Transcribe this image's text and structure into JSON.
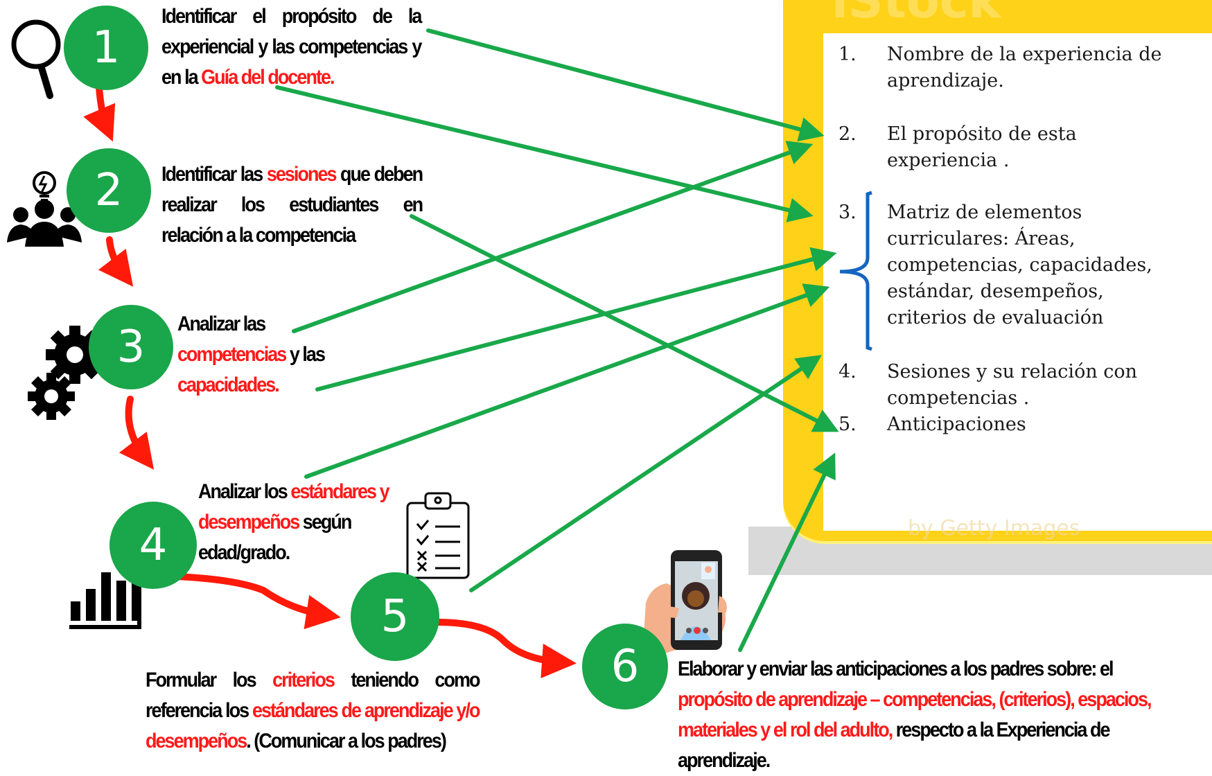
{
  "colors": {
    "circle_green": "#1aa64a",
    "arrow_green": "#19a84a",
    "arrow_red": "#ff1a0a",
    "highlight_red": "#ff1a1a",
    "frame_yellow": "#ffd21a",
    "bracket_blue": "#1565c0"
  },
  "steps": [
    {
      "number": "1",
      "icon": "magnifier-icon",
      "parts": [
        {
          "text": "Identificar el propósito de la experiencial y las competencias y en la ",
          "red": false
        },
        {
          "text": "Guía del docente.",
          "red": true
        }
      ]
    },
    {
      "number": "2",
      "icon": "people-idea-icon",
      "parts": [
        {
          "text": "Identificar las ",
          "red": false
        },
        {
          "text": "sesiones",
          "red": true
        },
        {
          "text": " que deben realizar los estudiantes en relación a la competencia",
          "red": false
        }
      ]
    },
    {
      "number": "3",
      "icon": "gears-icon",
      "parts": [
        {
          "text": "Analizar las ",
          "red": false
        },
        {
          "text": "competencias",
          "red": true
        },
        {
          "text": " y las ",
          "red": false
        },
        {
          "text": "capacidades.",
          "red": true
        }
      ]
    },
    {
      "number": "4",
      "icon": "bar-chart-icon",
      "parts": [
        {
          "text": "Analizar los ",
          "red": false
        },
        {
          "text": "estándares y desempeños",
          "red": true
        },
        {
          "text": " según edad/grado.",
          "red": false
        }
      ]
    },
    {
      "number": "5",
      "icon": "clipboard-checklist-icon",
      "parts": [
        {
          "text": "Formular los ",
          "red": false
        },
        {
          "text": "criterios",
          "red": true
        },
        {
          "text": " teniendo como referencia los ",
          "red": false
        },
        {
          "text": "estándares de aprendizaje y/o desempeños",
          "red": true
        },
        {
          "text": ". (Comunicar a los padres)",
          "red": false
        }
      ]
    },
    {
      "number": "6",
      "icon": "phone-video-call-icon",
      "parts": [
        {
          "text": "Elaborar y enviar las anticipaciones a los padres sobre: el ",
          "red": false
        },
        {
          "text": "propósito de aprendizaje – competencias, (criterios), espacios, materiales y el rol del adulto,",
          "red": true
        },
        {
          "text": " respecto a la Experiencia de aprendizaje.",
          "red": false
        }
      ]
    }
  ],
  "board_items": [
    {
      "num": "1.",
      "text": "Nombre de la experiencia de aprendizaje."
    },
    {
      "num": "2.",
      "text": "El propósito de esta experiencia ."
    },
    {
      "num": "3.",
      "text": "Matriz de elementos curriculares: Áreas, competencias, capacidades, estándar, desempeños, criterios de evaluación"
    },
    {
      "num": "4.",
      "text": "Sesiones  y su relación con competencias ."
    },
    {
      "num": "5.",
      "text": "Anticipaciones"
    }
  ],
  "watermark": [
    "iStock",
    "by Getty Images"
  ]
}
